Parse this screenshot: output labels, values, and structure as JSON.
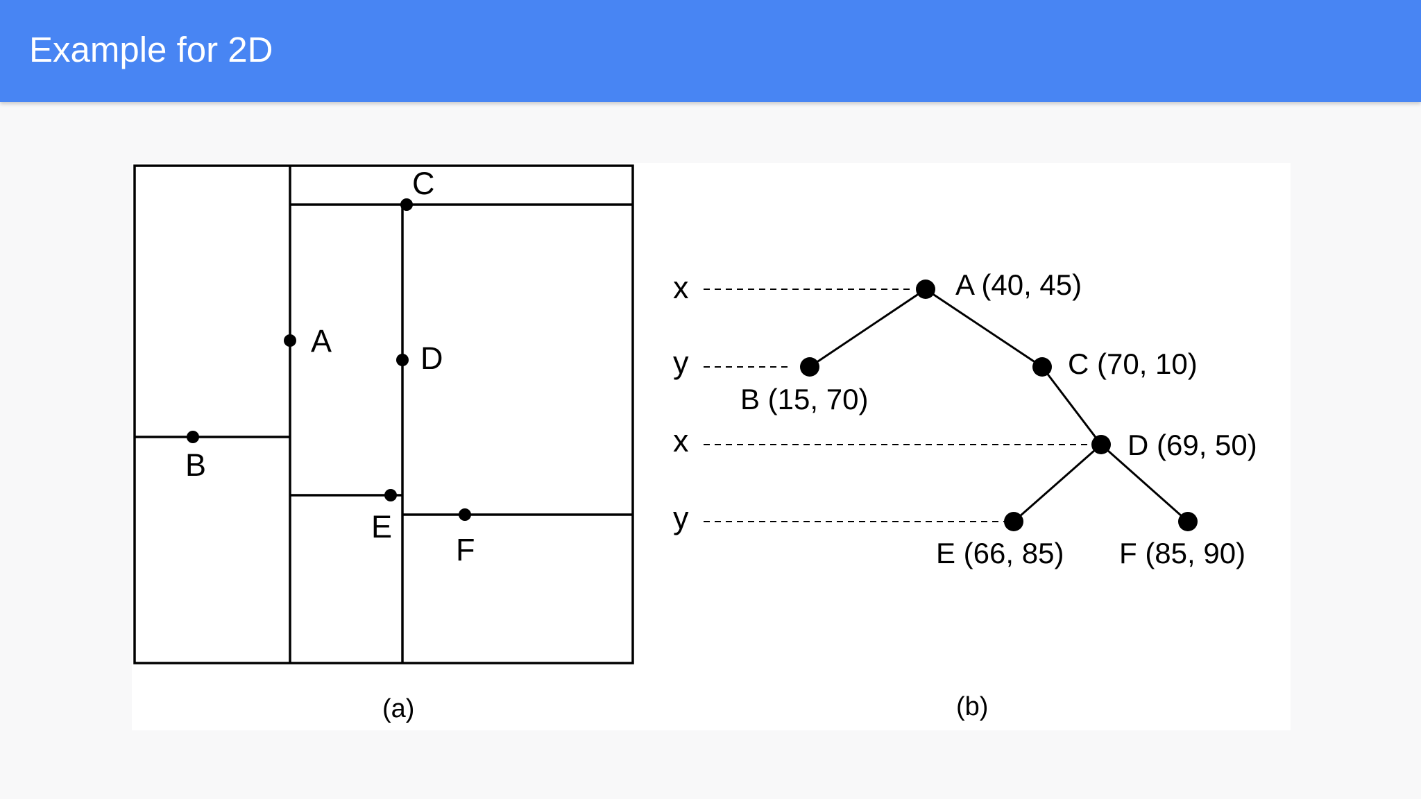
{
  "header": {
    "title": "Example for 2D"
  },
  "colors": {
    "header_bg": "#4885f3",
    "header_text": "#ffffff",
    "ink": "#000000",
    "page_bg": "#f8f8f9"
  },
  "figure": {
    "panel_a": {
      "caption": "(a)",
      "point_labels": {
        "A": "A",
        "B": "B",
        "C": "C",
        "D": "D",
        "E": "E",
        "F": "F"
      }
    },
    "panel_b": {
      "caption": "(b)",
      "levels": [
        "x",
        "y",
        "x",
        "y"
      ],
      "nodes": {
        "A": "A (40, 45)",
        "B": "B (15, 70)",
        "C": "C (70, 10)",
        "D": "D (69, 50)",
        "E": "E (66, 85)",
        "F": "F (85, 90)"
      }
    }
  }
}
